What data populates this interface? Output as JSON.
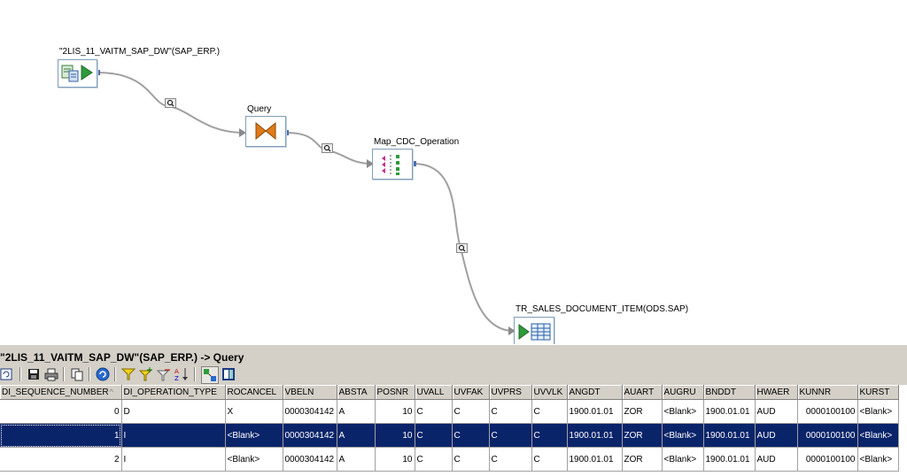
{
  "dataflow": {
    "source": {
      "label": "\"2LIS_11_VAITM_SAP_DW\"(SAP_ERP.)",
      "icon": "sap-extractor-source-icon"
    },
    "query": {
      "label": "Query",
      "icon": "query-transform-icon"
    },
    "map": {
      "label": "Map_CDC_Operation",
      "icon": "map-cdc-operation-icon"
    },
    "target": {
      "label": "TR_SALES_DOCUMENT_ITEM(ODS.SAP)",
      "icon": "target-table-icon"
    },
    "link_icon": "magnifier-icon"
  },
  "data_viewer": {
    "title": "\"2LIS_11_VAITM_SAP_DW\"(SAP_ERP.) -> Query",
    "toolbar": [
      "refresh-icon",
      "save-icon",
      "print-icon",
      "copy-icon",
      "reload-icon",
      "filter-icon",
      "add-filter-icon",
      "remove-filter-icon",
      "sort-icon",
      "show-columns-icon",
      "compare-icon"
    ],
    "columns": [
      "DI_SEQUENCE_NUMBER",
      "DI_OPERATION_TYPE",
      "ROCANCEL",
      "VBELN",
      "ABSTA",
      "POSNR",
      "UVALL",
      "UVFAK",
      "UVPRS",
      "UVVLK",
      "ANGDT",
      "AUART",
      "AUGRU",
      "BNDDT",
      "HWAER",
      "KUNNR",
      "KURST"
    ],
    "sorted_column_marker": "^",
    "rows": [
      [
        "0",
        "D",
        "X",
        "0000304142",
        "A",
        "10",
        "C",
        "C",
        "C",
        "C",
        "1900.01.01",
        "ZOR",
        "<Blank>",
        "1900.01.01",
        "AUD",
        "0000100100",
        "<Blank>"
      ],
      [
        "1",
        "I",
        "<Blank>",
        "0000304142",
        "A",
        "10",
        "C",
        "C",
        "C",
        "C",
        "1900.01.01",
        "ZOR",
        "<Blank>",
        "1900.01.01",
        "AUD",
        "0000100100",
        "<Blank>"
      ],
      [
        "2",
        "I",
        "<Blank>",
        "0000304142",
        "A",
        "10",
        "C",
        "C",
        "C",
        "C",
        "1900.01.01",
        "ZOR",
        "<Blank>",
        "1900.01.01",
        "AUD",
        "0000100100",
        "<Blank>"
      ]
    ],
    "selected_row": 1,
    "accent_selected": "#0a246a",
    "panel_bg": "#d4d0c8"
  }
}
